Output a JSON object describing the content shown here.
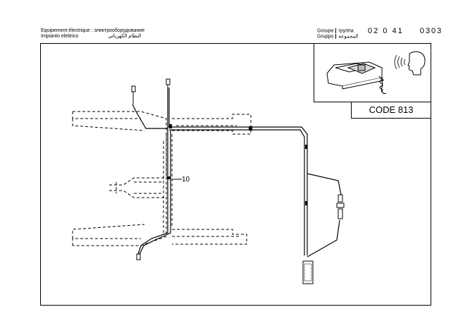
{
  "header": {
    "equipment_label_fr": "Equipement électrique",
    "equipment_label_ru": "электрооборудование",
    "equipment_label_it": "Impianto elettrico",
    "equipment_label_ar": "النظام الكهربائي",
    "group_label_fr": "Groupe",
    "group_label_ru": "группа",
    "group_label_it": "Gruppo",
    "group_label_ar": "المجموعة",
    "group_number": "02 0 41",
    "page_ref": "0303"
  },
  "code_box": {
    "text": "CODE 813"
  },
  "callout": {
    "label": "10"
  },
  "icons": [
    "car-phone-handset-icon",
    "speaking-head-icon"
  ]
}
